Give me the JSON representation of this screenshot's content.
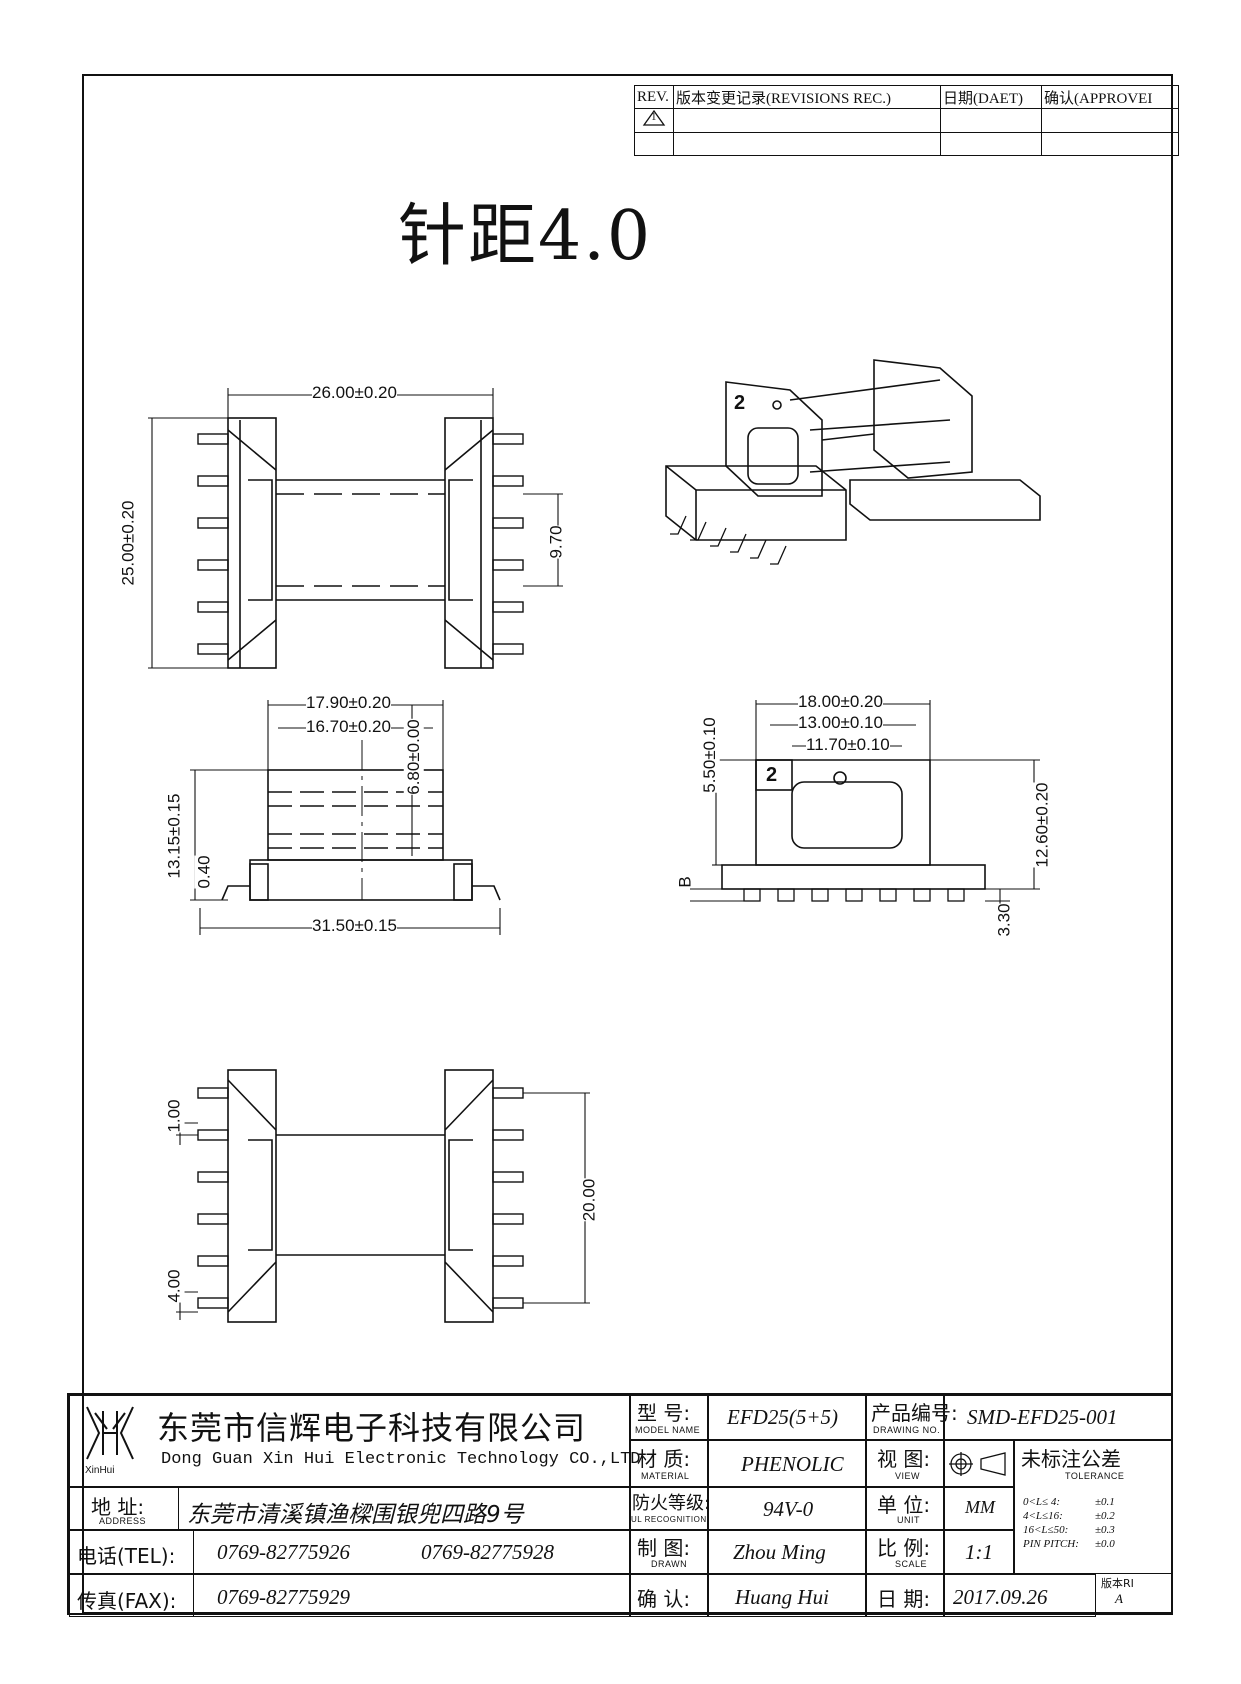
{
  "revision_table": {
    "rev_header": "REV.",
    "revisions_header": "版本变更记录(REVISIONS REC.)",
    "date_header": "日期(DAET)",
    "approve_header": "确认(APPROVEI",
    "rev_mark": "1"
  },
  "title": "针距4.0",
  "dimensions": {
    "top_view_width": "26.00±0.20",
    "top_view_height": "25.00±0.20",
    "top_view_pitch": "9.70",
    "side_view_a": "17.90±0.20",
    "side_view_b": "16.70±0.20",
    "side_view_c": "6.80±0.00",
    "side_view_height": "13.15±0.15",
    "side_view_thk": "0.40",
    "side_view_length": "31.50±0.15",
    "front_a": "18.00±0.20",
    "front_b": "13.00±0.10",
    "front_c": "11.70±0.10",
    "front_top": "5.50±0.10",
    "front_height": "12.60±0.20",
    "front_base": "3.30",
    "front_b_label": "B",
    "front_number": "2",
    "iso_number": "2",
    "bottom_pin1": "1.00",
    "bottom_pin4": "4.00",
    "bottom_span": "20.00"
  },
  "title_block": {
    "company_cn": "东莞市信辉电子科技有限公司",
    "company_en": "Dong Guan Xin Hui Electronic Technology CO.,LTD",
    "logo_text": "XinHui",
    "model_label": "型  号:",
    "model_label_en": "MODEL NAME",
    "model_value": "EFD25(5+5)",
    "drawing_no_label": "产品编号:",
    "drawing_no_label_en": "DRAWING NO.",
    "drawing_no_value": "SMD-EFD25-001",
    "material_label": "材  质:",
    "material_label_en": "MATERIAL",
    "material_value": "PHENOLIC",
    "view_label": "视  图:",
    "view_label_en": "VIEW",
    "tolerance_title": "未标注公差",
    "tolerance_en": "TOLERANCE",
    "tolerance_rows": [
      {
        "range": "0<L≤ 4:",
        "value": "±0.1"
      },
      {
        "range": "4<L≤16:",
        "value": "±0.2"
      },
      {
        "range": "16<L≤50:",
        "value": "±0.3"
      },
      {
        "range": "PIN PITCH:",
        "value": "±0.0"
      }
    ],
    "address_label": "地  址:",
    "address_label_en": "ADDRESS",
    "address_value": "东莞市清溪镇渔樑围银兜四路9号",
    "ul_label": "防火等级:",
    "ul_label_en": "UL RECOGNITION",
    "ul_value": "94V-0",
    "unit_label": "单  位:",
    "unit_label_en": "UNIT",
    "unit_value": "MM",
    "tel_label": "电话(TEL):",
    "tel_value_1": "0769-82775926",
    "tel_value_2": "0769-82775928",
    "drawn_label": "制  图:",
    "drawn_label_en": "DRAWN",
    "drawn_value": "Zhou Ming",
    "scale_label": "比  例:",
    "scale_label_en": "SCALE",
    "scale_value": "1:1",
    "fax_label": "传真(FAX):",
    "fax_value": "0769-82775929",
    "confirm_label": "确  认:",
    "confirm_value": "Huang Hui",
    "date_label": "日  期:",
    "date_value": "2017.09.26",
    "version_label": "版本RI",
    "version_value": "A"
  }
}
